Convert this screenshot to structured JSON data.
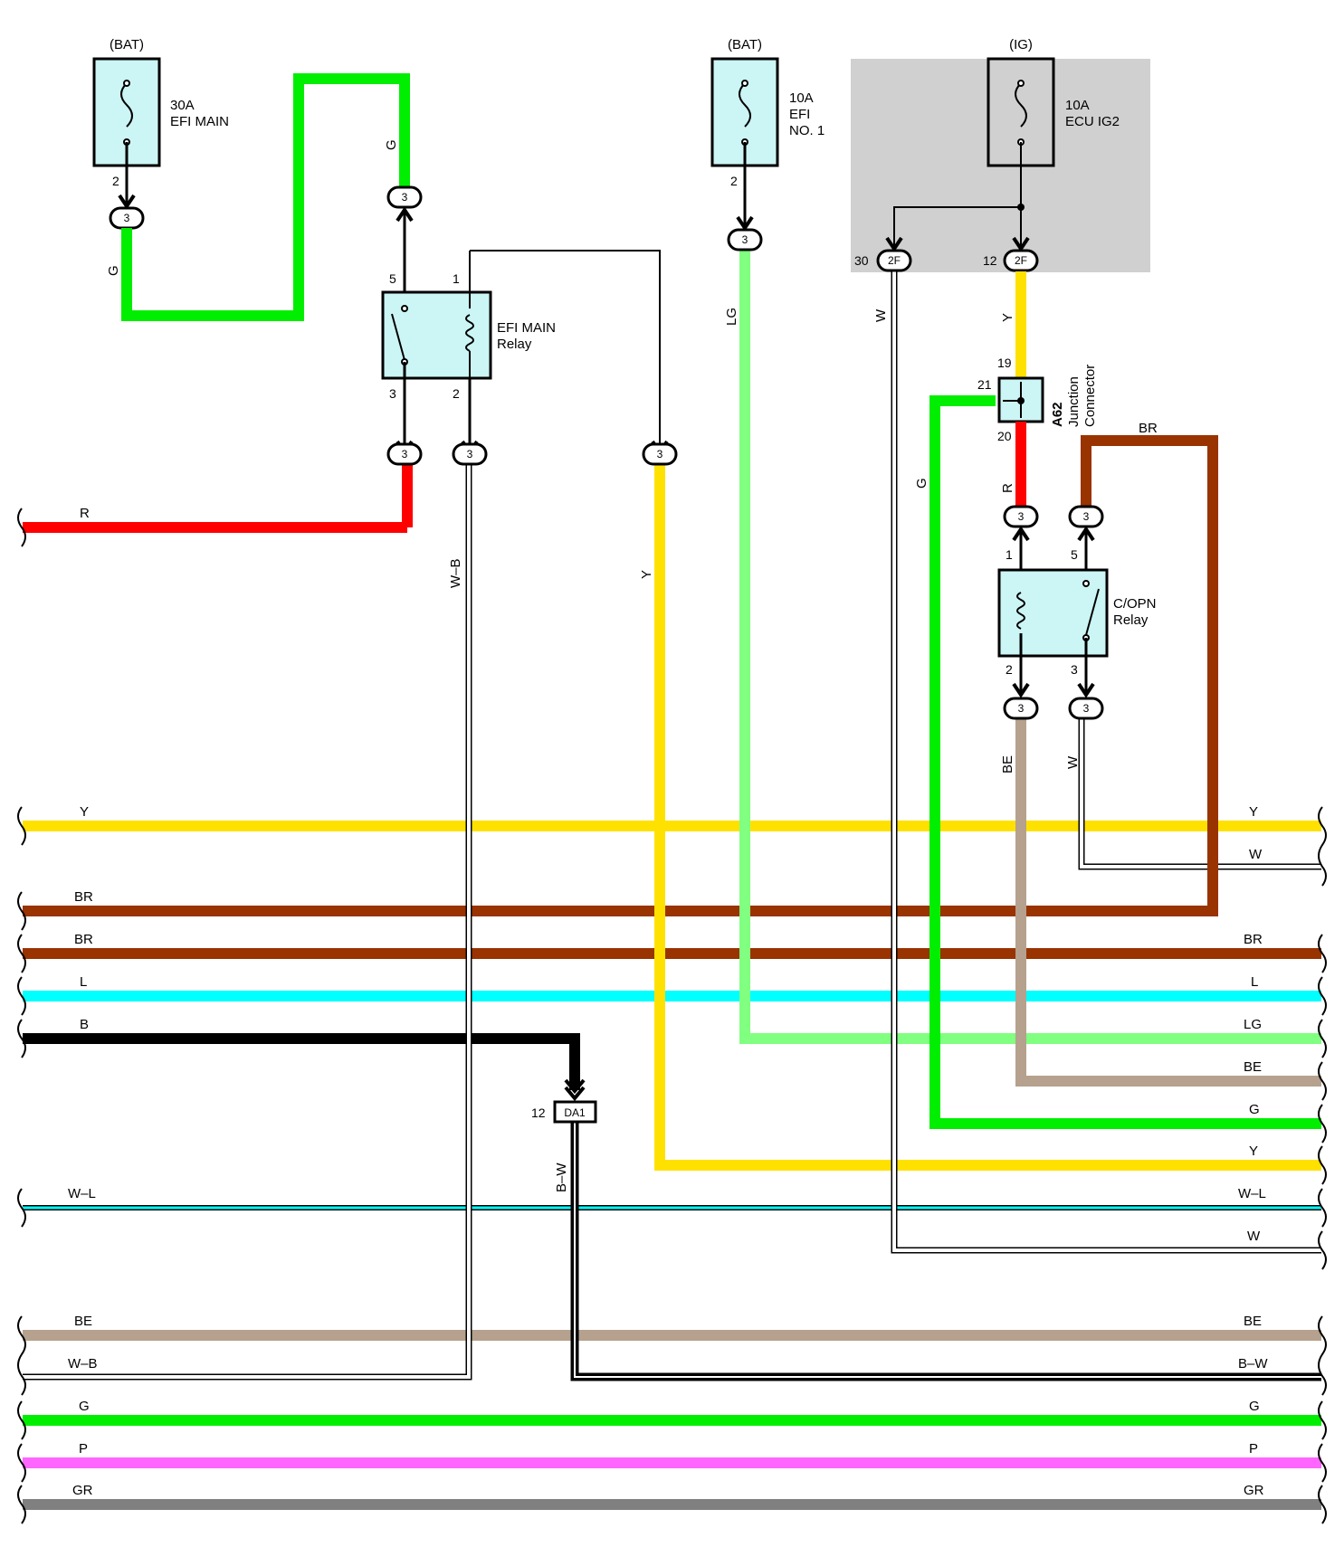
{
  "fuses": [
    {
      "id": "efi-main-fuse",
      "source": "(BAT)",
      "rating": "30A",
      "name_lines": [
        "EFI MAIN"
      ],
      "pin": "2",
      "connector": "3"
    },
    {
      "id": "efi-no1-fuse",
      "source": "(BAT)",
      "rating": "10A",
      "name_lines": [
        "EFI",
        "NO. 1"
      ],
      "pin": "2",
      "connector": "3"
    },
    {
      "id": "ecu-ig2-fuse",
      "source": "(IG)",
      "rating": "10A",
      "name_lines": [
        "ECU IG2"
      ],
      "outputs": [
        {
          "pin": "30",
          "connector": "2F"
        },
        {
          "pin": "12",
          "connector": "2F"
        }
      ]
    }
  ],
  "efi_main_relay": {
    "name_lines": [
      "EFI MAIN",
      "Relay"
    ],
    "pins": [
      "5",
      "1",
      "3",
      "2"
    ],
    "connectors": [
      "3",
      "3",
      "3",
      "3",
      "3"
    ]
  },
  "copn_relay": {
    "name_lines": [
      "C/OPN",
      "Relay"
    ],
    "pins": [
      "1",
      "5",
      "2",
      "3"
    ],
    "connectors": [
      "3",
      "3",
      "3",
      "3"
    ]
  },
  "junction_connector": {
    "id": "A62",
    "name_lines": [
      "Junction",
      "Connector"
    ],
    "pins": [
      "19",
      "21",
      "20"
    ]
  },
  "ground_connector": {
    "pin": "12",
    "label": "DA1"
  },
  "wire_labels": {
    "efi_fuse_out": "G",
    "relay_in": "G",
    "efi_relay_out": "R",
    "efi_relay_wb": "W–B",
    "efi_relay_y": "Y",
    "efi_no1_out": "LG",
    "ig2_w": "W",
    "ig2_y": "Y",
    "jc_g": "G",
    "jc_r": "R",
    "copn_br": "BR",
    "copn_be": "BE",
    "copn_w": "W",
    "da1_out": "B–W"
  },
  "bus_lines": [
    {
      "left": "R",
      "right": "",
      "color": "#ff0000"
    },
    {
      "left": "Y",
      "right": "Y",
      "color": "#ffe100"
    },
    {
      "left": "",
      "right": "W",
      "color": "#ffffff"
    },
    {
      "left": "BR",
      "right": "",
      "color": "#993300"
    },
    {
      "left": "BR",
      "right": "BR",
      "color": "#993300"
    },
    {
      "left": "L",
      "right": "L",
      "color": "#00ffff"
    },
    {
      "left": "B",
      "right": "",
      "color": "#000000"
    },
    {
      "left": "",
      "right": "LG",
      "color": "#80ff80"
    },
    {
      "left": "",
      "right": "BE",
      "color": "#b5a18d"
    },
    {
      "left": "",
      "right": "G",
      "color": "#00ee00"
    },
    {
      "left": "",
      "right": "Y",
      "color": "#ffe100"
    },
    {
      "left": "W–L",
      "right": "W–L",
      "color": "#00ffff"
    },
    {
      "left": "",
      "right": "W",
      "color": "#ffffff"
    },
    {
      "left": "BE",
      "right": "BE",
      "color": "#b5a18d"
    },
    {
      "left": "W–B",
      "right": "",
      "color": "#ffffff"
    },
    {
      "left": "",
      "right": "B–W",
      "color": "#000000"
    },
    {
      "left": "G",
      "right": "G",
      "color": "#00ee00"
    },
    {
      "left": "P",
      "right": "P",
      "color": "#ff66ff"
    },
    {
      "left": "GR",
      "right": "GR",
      "color": "#808080"
    }
  ],
  "colors": {
    "G": "#00ee00",
    "R": "#ff0000",
    "Y": "#ffe100",
    "BR": "#993300",
    "L": "#00ffff",
    "B": "#000000",
    "LG": "#80ff80",
    "BE": "#b5a18d",
    "P": "#ff66ff",
    "GR": "#808080",
    "component_fill": "#ccf5f5",
    "ig_box": "#d0d0d0"
  }
}
